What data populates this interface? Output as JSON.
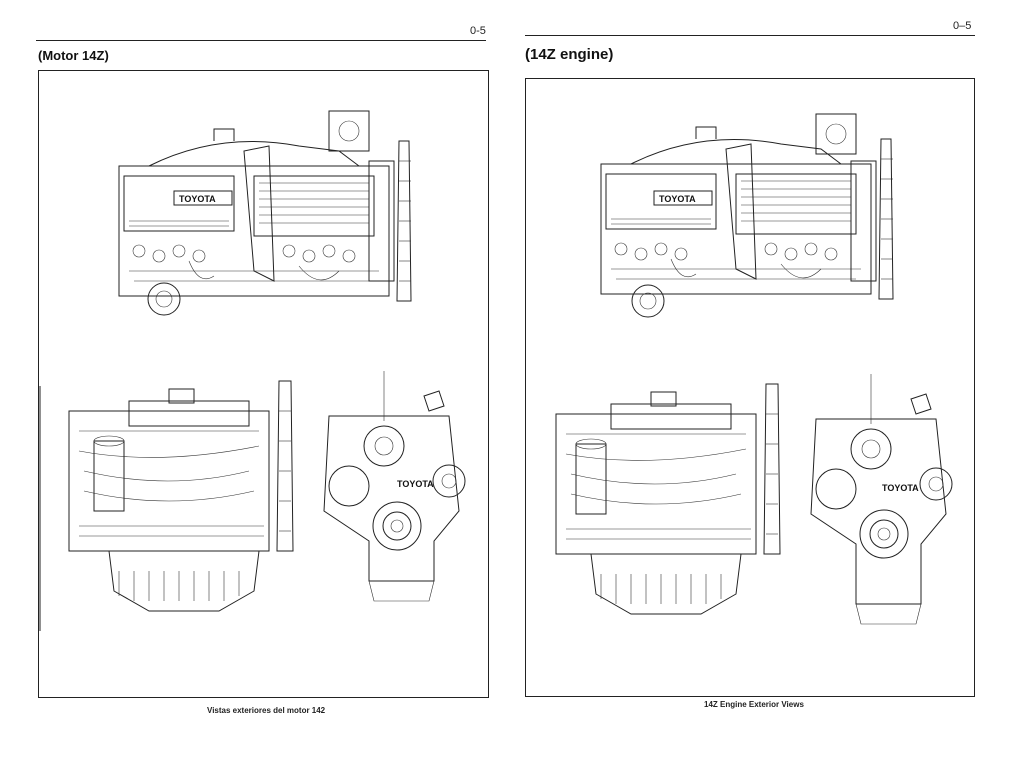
{
  "left_page": {
    "page_number": "0-5",
    "title": "(Motor 14Z)",
    "badge_text": "TOYOTA",
    "caption": "Vistas exteriores del motor 142"
  },
  "right_page": {
    "page_number": "0–5",
    "title": "(14Z engine)",
    "badge_text": "TOYOTA",
    "caption": "14Z Engine Exterior Views"
  }
}
